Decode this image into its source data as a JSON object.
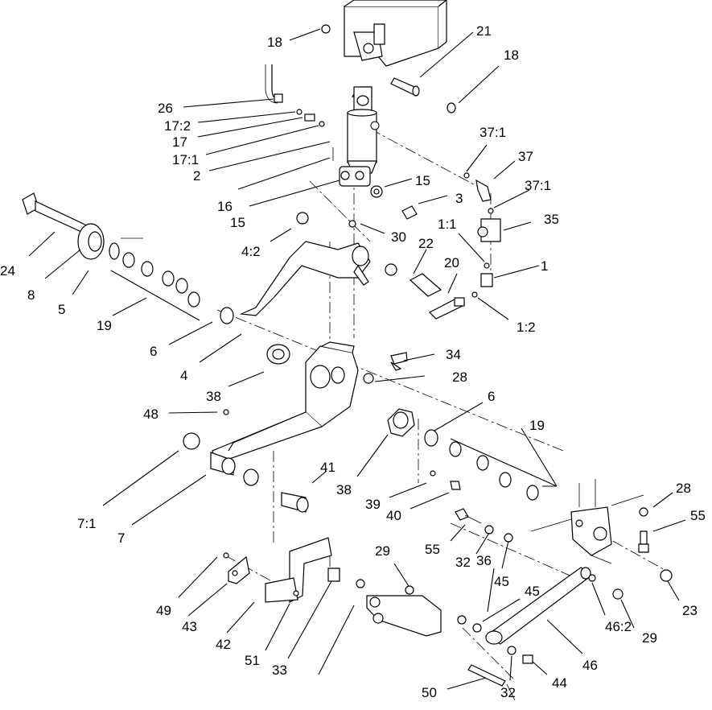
{
  "callouts": [
    {
      "id": "c18a",
      "label": "18"
    },
    {
      "id": "c21",
      "label": "21"
    },
    {
      "id": "c18b",
      "label": "18"
    },
    {
      "id": "c26",
      "label": "26"
    },
    {
      "id": "c17_2",
      "label": "17:2"
    },
    {
      "id": "c17",
      "label": "17"
    },
    {
      "id": "c17_1",
      "label": "17:1"
    },
    {
      "id": "c2",
      "label": "2"
    },
    {
      "id": "c16",
      "label": "16"
    },
    {
      "id": "c15a",
      "label": "15"
    },
    {
      "id": "c15b",
      "label": "15"
    },
    {
      "id": "c3",
      "label": "3"
    },
    {
      "id": "c37_1a",
      "label": "37:1"
    },
    {
      "id": "c37",
      "label": "37"
    },
    {
      "id": "c37_1b",
      "label": "37:1"
    },
    {
      "id": "c35",
      "label": "35"
    },
    {
      "id": "c1_1",
      "label": "1:1"
    },
    {
      "id": "c1",
      "label": "1"
    },
    {
      "id": "c1_2",
      "label": "1:2"
    },
    {
      "id": "c20",
      "label": "20"
    },
    {
      "id": "c22",
      "label": "22"
    },
    {
      "id": "c30",
      "label": "30"
    },
    {
      "id": "c4_2",
      "label": "4:2"
    },
    {
      "id": "c24",
      "label": "24"
    },
    {
      "id": "c8",
      "label": "8"
    },
    {
      "id": "c5",
      "label": "5"
    },
    {
      "id": "c19a",
      "label": "19"
    },
    {
      "id": "c6a",
      "label": "6"
    },
    {
      "id": "c4",
      "label": "4"
    },
    {
      "id": "c38a",
      "label": "38"
    },
    {
      "id": "c34",
      "label": "34"
    },
    {
      "id": "c28a",
      "label": "28"
    },
    {
      "id": "c6b",
      "label": "6"
    },
    {
      "id": "c19b",
      "label": "19"
    },
    {
      "id": "c48",
      "label": "48"
    },
    {
      "id": "c38b",
      "label": "38"
    },
    {
      "id": "c39",
      "label": "39"
    },
    {
      "id": "c40",
      "label": "40"
    },
    {
      "id": "c41",
      "label": "41"
    },
    {
      "id": "c7_1",
      "label": "7:1"
    },
    {
      "id": "c7",
      "label": "7"
    },
    {
      "id": "c28b",
      "label": "28"
    },
    {
      "id": "c55a",
      "label": "55"
    },
    {
      "id": "c55b",
      "label": "55"
    },
    {
      "id": "c32a",
      "label": "32"
    },
    {
      "id": "c36",
      "label": "36"
    },
    {
      "id": "c45a",
      "label": "45"
    },
    {
      "id": "c29a",
      "label": "29"
    },
    {
      "id": "c45b",
      "label": "45"
    },
    {
      "id": "c23",
      "label": "23"
    },
    {
      "id": "c29b",
      "label": "29"
    },
    {
      "id": "c46_2",
      "label": "46:2"
    },
    {
      "id": "c46",
      "label": "46"
    },
    {
      "id": "c44",
      "label": "44"
    },
    {
      "id": "c32b",
      "label": "32"
    },
    {
      "id": "c50",
      "label": "50"
    },
    {
      "id": "c49",
      "label": "49"
    },
    {
      "id": "c43",
      "label": "43"
    },
    {
      "id": "c42",
      "label": "42"
    },
    {
      "id": "c51",
      "label": "51"
    },
    {
      "id": "c33",
      "label": "33"
    }
  ]
}
